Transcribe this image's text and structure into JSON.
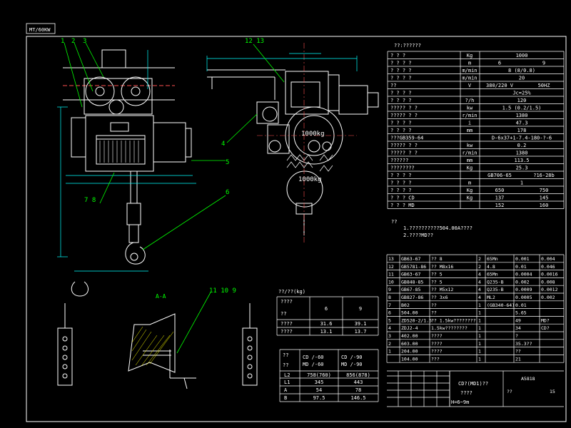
{
  "drawing": {
    "corner_tag": "MT/60KW",
    "callouts": {
      "c1": "1",
      "c2": "2",
      "c3": "3",
      "c4": "4",
      "c5": "5",
      "c6": "6",
      "c78": "7  8",
      "c1213": "12 13",
      "c11109": "11 10 9",
      "section": "A-A"
    },
    "capacity_label_1": "1000kg",
    "capacity_label_2": "1000kg"
  },
  "spec_table": {
    "title": "??:??????",
    "rows": [
      [
        "? ? ?",
        "Kg",
        "1000",
        ""
      ],
      [
        "? ? ? ?",
        "m",
        "6",
        "9"
      ],
      [
        "? ? ? ?",
        "m/min",
        "8 (8/0.8)",
        ""
      ],
      [
        "? ? ? ?",
        "m/min",
        "20",
        ""
      ],
      [
        "??",
        "V",
        "380/220 V",
        "50HZ"
      ],
      [
        "? ? ? ?",
        "",
        "Jc=25%",
        ""
      ],
      [
        "? ? ? ?",
        "?/h",
        "120",
        ""
      ],
      [
        "?????  ? ?",
        "kw",
        "1.5 (0.2/1.5)",
        ""
      ],
      [
        "?????  ? ?",
        "r/min",
        "1380",
        ""
      ],
      [
        "? ? ? ?",
        "i",
        "47.3",
        ""
      ],
      [
        "? ? ? ?",
        "mm",
        "178",
        ""
      ],
      [
        "???GB359-64",
        "",
        "D-6x37+1-7.4-180-?-6",
        ""
      ],
      [
        "?????  ? ?",
        "kw",
        "0.2",
        ""
      ],
      [
        "?????  ? ?",
        "r/min",
        "1380",
        ""
      ],
      [
        "??????",
        "mm",
        "113.5",
        ""
      ],
      [
        "????????",
        "Kg",
        "25.3",
        ""
      ],
      [
        "? ? ? ?",
        "",
        "GB706-65",
        "?16-28b"
      ],
      [
        "? ? ? ?",
        "m",
        "1",
        ""
      ],
      [
        "? ? ? ?",
        "Kg",
        "650",
        "750"
      ],
      [
        "? ? ?  CD",
        "Kg",
        "137",
        "145"
      ],
      [
        "? ? ?  MD",
        "",
        "152",
        "160"
      ]
    ],
    "notes_title": "??",
    "notes": [
      "1.??????????504.00A????",
      "2.????MD??"
    ]
  },
  "parts_list": {
    "rows": [
      [
        "13",
        "GB63-67",
        "?? 8",
        "2",
        "65Mn",
        "0.001",
        "0.004"
      ],
      [
        "12",
        "GB5781-86",
        "?? M8x16",
        "2",
        "4.8",
        "0.01",
        "0.046"
      ],
      [
        "11",
        "GB63-67",
        "?? 5",
        "4",
        "65Mn",
        "0.0004",
        "0.0016"
      ],
      [
        "10",
        "GB848-85",
        "?? 5",
        "4",
        "Q235-B",
        "0.002",
        "0.008"
      ],
      [
        "9",
        "GB67-85",
        "?? M5x12",
        "4",
        "Q235-B",
        "0.0009",
        "0.0012"
      ],
      [
        "8",
        "GB827-86",
        "?? 3x6",
        "4",
        "ML2",
        "0.0005",
        "0.002"
      ],
      [
        "7",
        "B02",
        "??",
        "1",
        "(GB340-64)",
        "0.01",
        ""
      ],
      [
        "6",
        "504.00",
        "??",
        "1",
        "",
        "5.65",
        ""
      ],
      [
        "5",
        "ZD520-2/1.5",
        "?? 1.5kw????????",
        "1",
        "",
        "49",
        "MD?"
      ],
      [
        "4",
        "ZDJ2-4",
        "1.5kw????????",
        "1",
        "",
        "34",
        "CD?"
      ],
      [
        "3",
        "402.00",
        "????",
        "1",
        "",
        "?",
        ""
      ],
      [
        "2",
        "603.00",
        "????",
        "1",
        "",
        "35.3??",
        ""
      ],
      [
        "1",
        "204.00",
        "????",
        "1",
        "",
        "??",
        ""
      ],
      [
        "",
        "104.00",
        "???",
        "1",
        "",
        "21",
        ""
      ]
    ],
    "title_block": {
      "name": "CD?(MD1)??",
      "sub": "????",
      "height": "H=6~9m",
      "code": "A5818",
      "scale_a": "??",
      "scale_b": "15"
    }
  },
  "weight_table": {
    "title": "??/??(kg)",
    "header": [
      "????",
      "6",
      "9"
    ],
    "header2": "??",
    "rows": [
      [
        "????",
        "31.6",
        "39.1"
      ],
      [
        "????",
        "13.1",
        "13.7"
      ]
    ]
  },
  "dim_table": {
    "header": [
      [
        "??",
        "??"
      ],
      [
        "CD  /-60",
        "MD  /-60"
      ],
      [
        "CD  /-90",
        "MD  /-90"
      ]
    ],
    "rows": [
      [
        "L2",
        "758(760)",
        "856(878)"
      ],
      [
        "L1",
        "345",
        "443"
      ],
      [
        "A",
        "54",
        "78"
      ],
      [
        "B",
        "97.5",
        "146.5"
      ]
    ]
  },
  "colors": {
    "line": "#ffffff",
    "dimension": "#00ffff",
    "leader": "#00ff00",
    "hidden": "#ff5050",
    "hatch": "#ffff00",
    "border": "#ffffff"
  }
}
